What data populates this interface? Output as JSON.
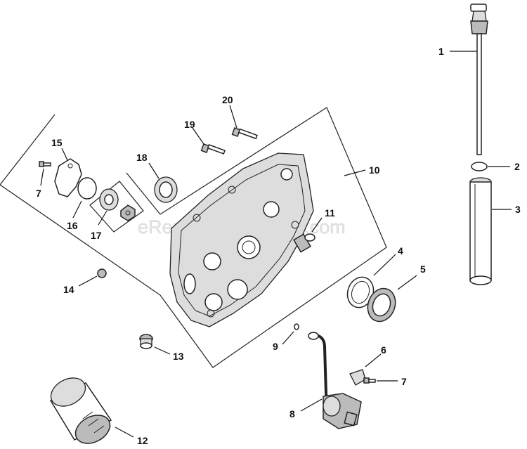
{
  "watermark": "eReplacementParts.com",
  "callouts": {
    "c1": "1",
    "c2": "2",
    "c3": "3",
    "c4": "4",
    "c5": "5",
    "c6": "6",
    "c7a": "7",
    "c7b": "7",
    "c8": "8",
    "c9": "9",
    "c10": "10",
    "c11": "11",
    "c12": "12",
    "c13": "13",
    "c14": "14",
    "c15": "15",
    "c16": "16",
    "c17": "17",
    "c18": "18",
    "c19": "19",
    "c20": "20"
  }
}
